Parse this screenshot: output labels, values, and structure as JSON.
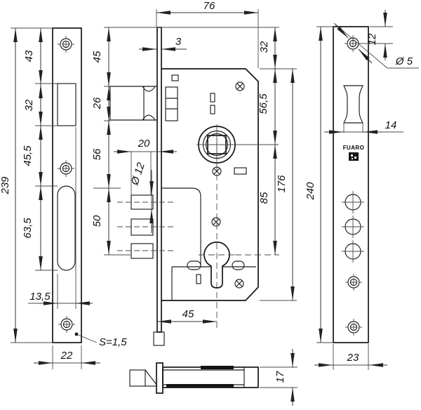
{
  "brand": "FUARO",
  "views": {
    "front_plate": {
      "dim_overall_height": "239",
      "dim_top_to_cutout": "43",
      "dim_cutout_height": "32",
      "dim_cutout_to_slot": "45,5",
      "dim_slot_height": "63,5",
      "dim_slot_width": "13,5",
      "dim_plate_width": "22",
      "label_thickness": "S=1,5"
    },
    "case_side": {
      "dim_case_width": "76",
      "dim_plate_thickness": "3",
      "dim_top_to_latch": "45",
      "dim_latch_height": "26",
      "dim_latch_to_plate": "56",
      "dim_pin_backset": "20",
      "label_pin_diameter": "Ø 12",
      "dim_plate_to_cylinder": "50",
      "dim_top_overhang": "32",
      "dim_top_to_hub": "56,5",
      "dim_hub_to_cylinder": "85",
      "dim_case_height": "176",
      "dim_backset": "45",
      "dim_case_depth": "17"
    },
    "back_plate": {
      "dim_top_to_screw": "12",
      "label_screw_diameter": "Ø 5",
      "dim_latch_width": "14",
      "dim_overall_height": "240",
      "dim_plate_width": "23"
    }
  }
}
